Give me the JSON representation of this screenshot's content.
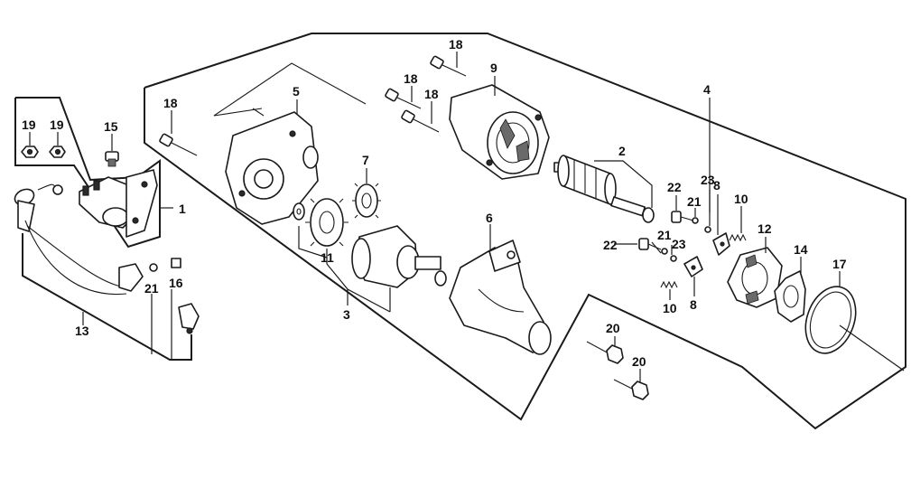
{
  "callouts": {
    "c1": "1",
    "c2": "2",
    "c3": "3",
    "c4": "4",
    "c5": "5",
    "c6": "6",
    "c7": "7",
    "c8a": "8",
    "c8b": "8",
    "c9": "9",
    "c10a": "10",
    "c10b": "10",
    "c11": "11",
    "c12": "12",
    "c13": "13",
    "c14": "14",
    "c15": "15",
    "c16": "16",
    "c17": "17",
    "c18a": "18",
    "c18b": "18",
    "c18c": "18",
    "c18d": "18",
    "c19a": "19",
    "c19b": "19",
    "c20a": "20",
    "c20b": "20",
    "c21a": "21",
    "c21b": "21",
    "c21c": "21",
    "c22a": "22",
    "c22b": "22",
    "c23a": "23",
    "c23b": "23"
  },
  "colors": {
    "ink": "#1a1a1a",
    "paper": "#ffffff"
  }
}
